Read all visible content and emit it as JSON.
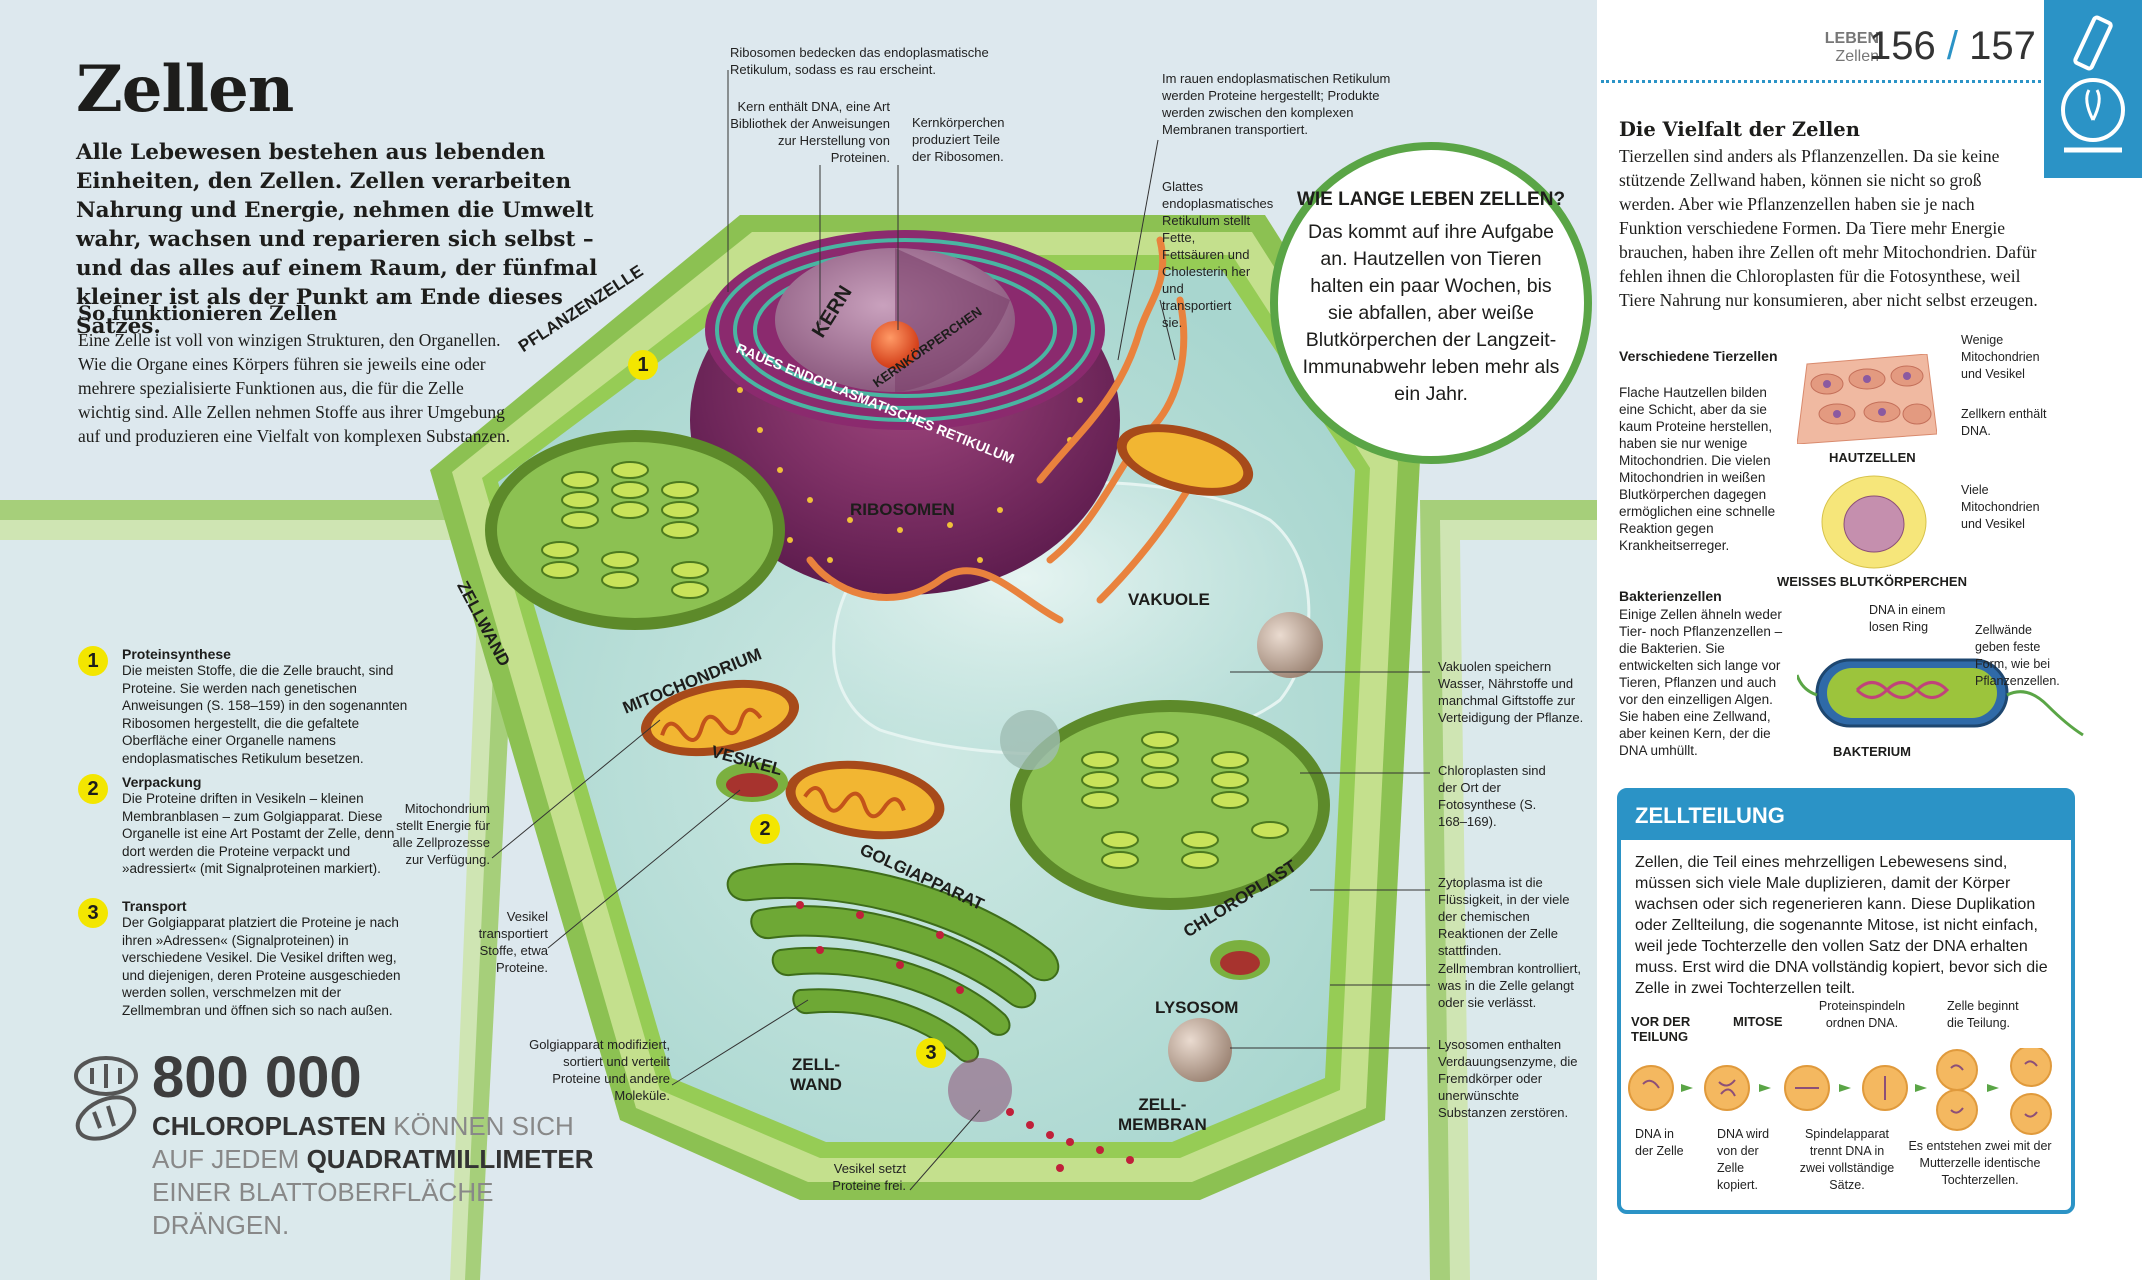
{
  "title": "Zellen",
  "intro": "Alle Lebewesen bestehen aus lebenden Einheiten, den Zellen. Zellen verarbeiten Nahrung und Energie, nehmen die Umwelt wahr, wachsen und reparieren sich selbst – und das alles auf einem Raum, der fünfmal kleiner ist als der Punkt am Ende dieses Satzes.",
  "how": {
    "heading": "So funktionieren Zellen",
    "body": "Eine Zelle ist voll von winzigen Strukturen, den Organellen. Wie die Organe eines Körpers führen sie jeweils eine oder mehrere spezialisierte Funktionen aus, die für die Zelle wichtig sind. Alle Zellen nehmen Stoffe aus ihrer Umgebung auf und produzieren eine Vielfalt von komplexen Substanzen."
  },
  "steps": [
    {
      "num": "1",
      "title": "Proteinsynthese",
      "text": "Die meisten Stoffe, die die Zelle braucht, sind Proteine. Sie werden nach genetischen Anweisungen (S. 158–159) in den sogenannten Ribosomen hergestellt, die die gefaltete Oberfläche einer Organelle namens endoplasmatisches Retikulum besetzen."
    },
    {
      "num": "2",
      "title": "Verpackung",
      "text": "Die Proteine driften in Vesikeln – kleinen Membranblasen – zum Golgiapparat. Diese Organelle ist eine Art Postamt der Zelle, denn dort werden die Proteine verpackt und »adressiert« (mit Signalproteinen markiert)."
    },
    {
      "num": "3",
      "title": "Transport",
      "text": "Der Golgiapparat platziert die Proteine je nach ihren »Adressen« (Signalproteinen) in verschiedene Vesikel. Die Vesikel driften weg, und diejenigen, deren Proteine ausgeschieden werden sollen, verschmelzen mit der Zellmembran und öffnen sich so nach außen."
    }
  ],
  "fact": {
    "number": "800 000",
    "text_bold1": "CHLOROPLASTEN",
    "text_plain1": " KÖNNEN SICH AUF JEDEM ",
    "text_bold2": "QUADRATMILLIMETER",
    "text_plain2": " EINER BLATTOBERFLÄCHE DRÄNGEN."
  },
  "diagram_labels": {
    "pflanzenzelle": "PFLANZENZELLE",
    "kern": "KERN",
    "kernkoerperchen": "KERNKÖRPERCHEN",
    "raues_er": "RAUES ENDOPLASMATISCHES RETIKULUM",
    "ribosomen": "RIBOSOMEN",
    "zellwand": "ZELLWAND",
    "mitochondrium": "MITOCHONDRIUM",
    "vesikel": "VESIKEL",
    "golgi": "GOLGIAPPARAT",
    "vakuole": "VAKUOLE",
    "chloroplast": "CHLOROPLAST",
    "lysosom": "LYSOSOM",
    "zellwand2": "ZELL-\nWAND",
    "zellmembran": "ZELL-\nMEMBRAN"
  },
  "callouts": {
    "ribosomen_top": "Ribosomen bedecken das endoplasmatische Retikulum, sodass es rau erscheint.",
    "kern_dna": "Kern enthält DNA, eine Art Bibliothek der Anweisungen zur Herstellung von Proteinen.",
    "kernkoerperchen": "Kernkörperchen produziert Teile der Ribosomen.",
    "rau_er": "Im rauen endoplasmatischen Retikulum werden Proteine hergestellt; Produkte werden zwischen den komplexen Membranen transportiert.",
    "glattes_er": "Glattes endoplasmatisches Retikulum stellt Fette, Fettsäuren und Cholesterin her und transportiert sie.",
    "mitochondrium": "Mitochondrium stellt Energie für alle Zellprozesse zur Verfügung.",
    "vesikel": "Vesikel transportiert Stoffe, etwa Proteine.",
    "golgi": "Golgiapparat modifiziert, sortiert und verteilt Proteine und andere Moleküle.",
    "vesikel_frei": "Vesikel setzt Proteine frei.",
    "vakuolen": "Vakuolen speichern Wasser, Nährstoffe und manchmal Giftstoffe zur Verteidigung der Pflanze.",
    "chloroplasten": "Chloroplasten sind der Ort der Fotosynthese (S. 168–169).",
    "zytoplasma": "Zytoplasma ist die Flüssigkeit, in der viele der chemischen Reaktionen der Zelle stattfinden.",
    "zellmembran": "Zellmembran kontrolliert, was in die Zelle gelangt oder sie verlässt.",
    "lysosomen": "Lysosomen enthalten Verdauungsenzyme, die Fremdkörper oder unerwünschte Substanzen zerstören."
  },
  "bubble": {
    "heading": "WIE LANGE LEBEN ZELLEN?",
    "text": "Das kommt auf ihre Aufgabe an. Hautzellen von Tieren halten ein paar Wochen, bis sie abfallen, aber weiße Blutkörperchen der Langzeit-Immunabwehr leben mehr als ein Jahr."
  },
  "header": {
    "section": "LEBEN",
    "subsection": "Zellen",
    "pages_left": "156",
    "pages_sep": "/",
    "pages_right": "157"
  },
  "vielfalt": {
    "heading": "Die Vielfalt der Zellen",
    "body": "Tierzellen sind anders als Pflanzenzellen. Da sie keine stützende Zellwand haben, können sie nicht so groß werden. Aber wie Pflanzenzellen haben sie je nach Funktion verschiedene Formen. Da Tiere mehr Energie brauchen, haben ihre Zellen oft mehr Mitochondrien. Dafür fehlen ihnen die Chloroplasten für die Fotosynthese, weil Tiere Nahrung nur konsumieren, aber nicht selbst erzeugen."
  },
  "tierzellen": {
    "heading": "Verschiedene Tierzellen",
    "body": "Flache Hautzellen bilden eine Schicht, aber da sie kaum Proteine herstellen, haben sie nur wenige Mitochondrien. Die vielen Mitochondrien in weißen Blutkörperchen dagegen ermöglichen eine schnelle Reaktion gegen Krankheitserreger.",
    "haut_label": "HAUTZELLEN",
    "haut_note1": "Wenige Mitochondrien und Vesikel",
    "haut_note2": "Zellkern enthält DNA.",
    "blut_label": "WEISSES BLUTKÖRPERCHEN",
    "blut_note": "Viele Mitochondrien und Vesikel"
  },
  "bakterien": {
    "heading": "Bakterienzellen",
    "body": "Einige Zellen ähneln weder Tier- noch Pflanzenzellen – die Bakterien. Sie entwickelten sich lange vor Tieren, Pflanzen und auch vor den einzelligen Algen. Sie haben eine Zellwand, aber keinen Kern, der die DNA umhüllt.",
    "label": "BAKTERIUM",
    "note_dna": "DNA in einem losen Ring",
    "note_wand": "Zellwände geben feste Form, wie bei Pflanzenzellen."
  },
  "zellteilung": {
    "heading": "ZELLTEILUNG",
    "body": "Zellen, die Teil eines mehrzelligen Lebewesens sind, müssen sich viele Male duplizieren, damit der Körper wachsen oder sich regenerieren kann. Diese Duplikation oder Zellteilung, die sogenannte Mitose, ist nicht einfach, weil jede Tochterzelle den vollen Satz der DNA erhalten muss. Erst wird die DNA vollständig kopiert, bevor sich die Zelle in zwei Tochterzellen teilt.",
    "vor": "VOR DER TEILUNG",
    "mitose": "MITOSE",
    "spindeln": "Proteinspindeln ordnen DNA.",
    "beginnt": "Zelle beginnt die Teilung.",
    "dna_zelle": "DNA in der Zelle",
    "dna_kopiert": "DNA wird von der Zelle kopiert.",
    "spindelapparat": "Spindelapparat trennt DNA in zwei vollständige Sätze.",
    "entstehen": "Es entstehen zwei mit der Mutterzelle identische Tochterzellen."
  },
  "colors": {
    "accent_green": "#5aa546",
    "accent_blue": "#2b93c6",
    "badge_yellow": "#f3e600",
    "er_purple": "#8b2a6e"
  }
}
